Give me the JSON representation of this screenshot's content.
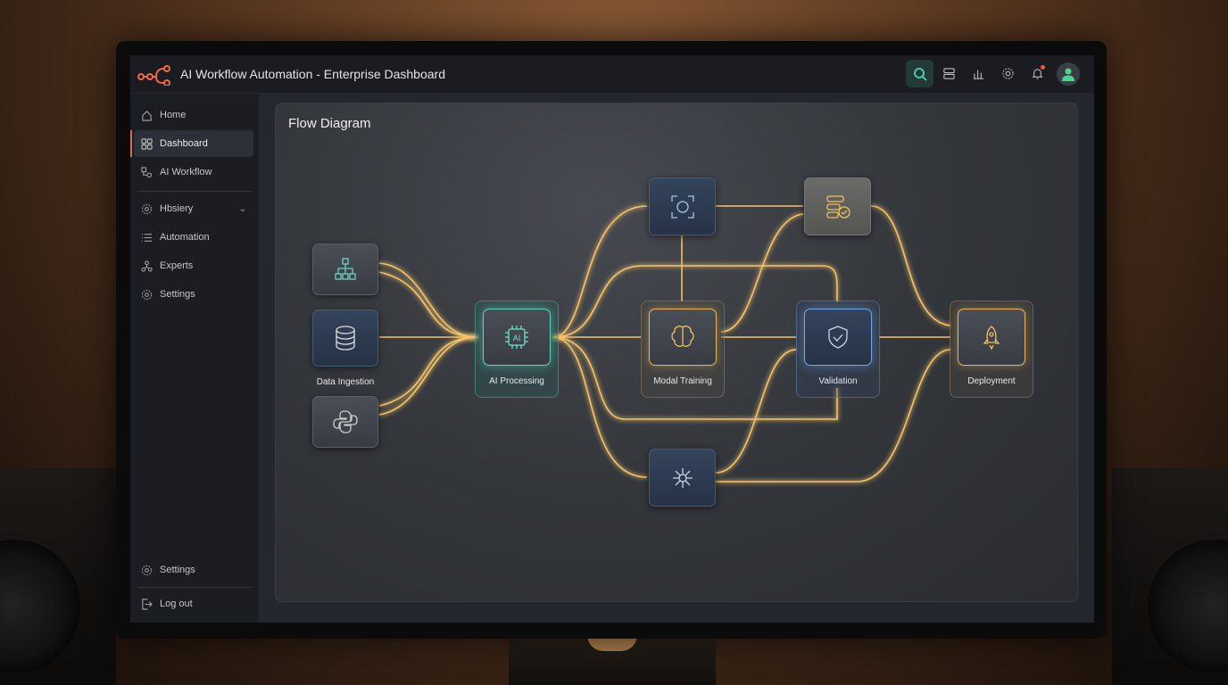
{
  "header": {
    "title": "AI Workflow Automation - Enterprise Dashboard",
    "icons": [
      "search-icon",
      "server-icon",
      "chart-icon",
      "gear-icon",
      "bell-icon",
      "user-avatar"
    ],
    "notification_dot": true
  },
  "sidebar": {
    "items": [
      {
        "label": "Home",
        "icon": "home-icon"
      },
      {
        "label": "Dashboard",
        "icon": "grid-icon",
        "active": true
      },
      {
        "label": "AI Workflow",
        "icon": "workflow-icon"
      },
      {
        "label": "Hbsiery",
        "icon": "gear-icon",
        "expandable": true
      },
      {
        "label": "Automation",
        "icon": "list-icon"
      },
      {
        "label": "Experts",
        "icon": "people-icon"
      },
      {
        "label": "Settings",
        "icon": "gear-icon"
      }
    ],
    "footer": {
      "settings": "Settings",
      "logout": "Log out"
    }
  },
  "panel": {
    "title": "Flow Diagram",
    "nodes": [
      {
        "id": "hierarchy",
        "label": "",
        "icon": "hierarchy-icon"
      },
      {
        "id": "ingestion",
        "label": "Data Ingestion",
        "icon": "database-icon"
      },
      {
        "id": "python",
        "label": "",
        "icon": "python-icon"
      },
      {
        "id": "processing",
        "label": "AI Processing",
        "icon": "ai-chip-icon"
      },
      {
        "id": "face",
        "label": "",
        "icon": "face-scan-icon"
      },
      {
        "id": "training",
        "label": "Modal Training",
        "icon": "brain-icon"
      },
      {
        "id": "server",
        "label": "",
        "icon": "server-check-icon"
      },
      {
        "id": "validation",
        "label": "Validation",
        "icon": "shield-check-icon"
      },
      {
        "id": "deployment",
        "label": "Deployment",
        "icon": "rocket-icon"
      },
      {
        "id": "network",
        "label": "",
        "icon": "network-icon"
      }
    ]
  },
  "colors": {
    "accent": "#e06a4a",
    "teal": "#4fd1b5",
    "flow": "#f5c46a",
    "notification": "#f05a3a"
  }
}
